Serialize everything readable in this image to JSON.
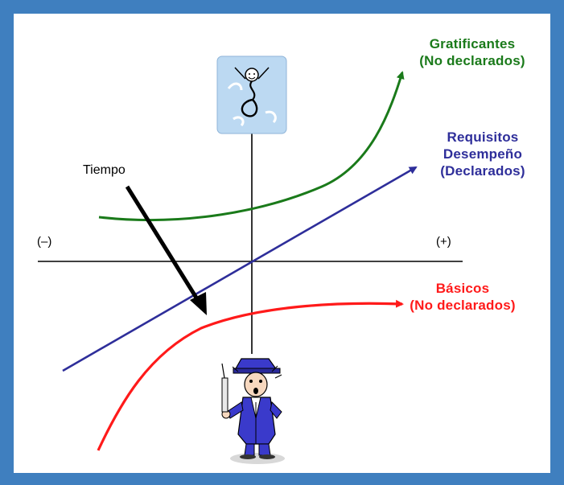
{
  "colors": {
    "border": "#3f7fbf",
    "background": "#ffffff",
    "axis": "#000000",
    "gratificantes": "#1a7a1a",
    "requisitos": "#2e2e9a",
    "basicos": "#ff1a1a",
    "time_arrow": "#000000"
  },
  "axis": {
    "negative_label": "(–)",
    "positive_label": "(+)"
  },
  "time_arrow": {
    "label": "Tiempo"
  },
  "curves": {
    "gratificantes": {
      "line1": "Gratificantes",
      "line2": "(No declarados)",
      "icon": "happy-person-icon"
    },
    "requisitos": {
      "line1": "Requisitos",
      "line2": "Desempeño",
      "line3": "(Declarados)"
    },
    "basicos": {
      "line1": "Básicos",
      "line2": "(No declarados)",
      "icon": "angry-person-icon"
    }
  }
}
